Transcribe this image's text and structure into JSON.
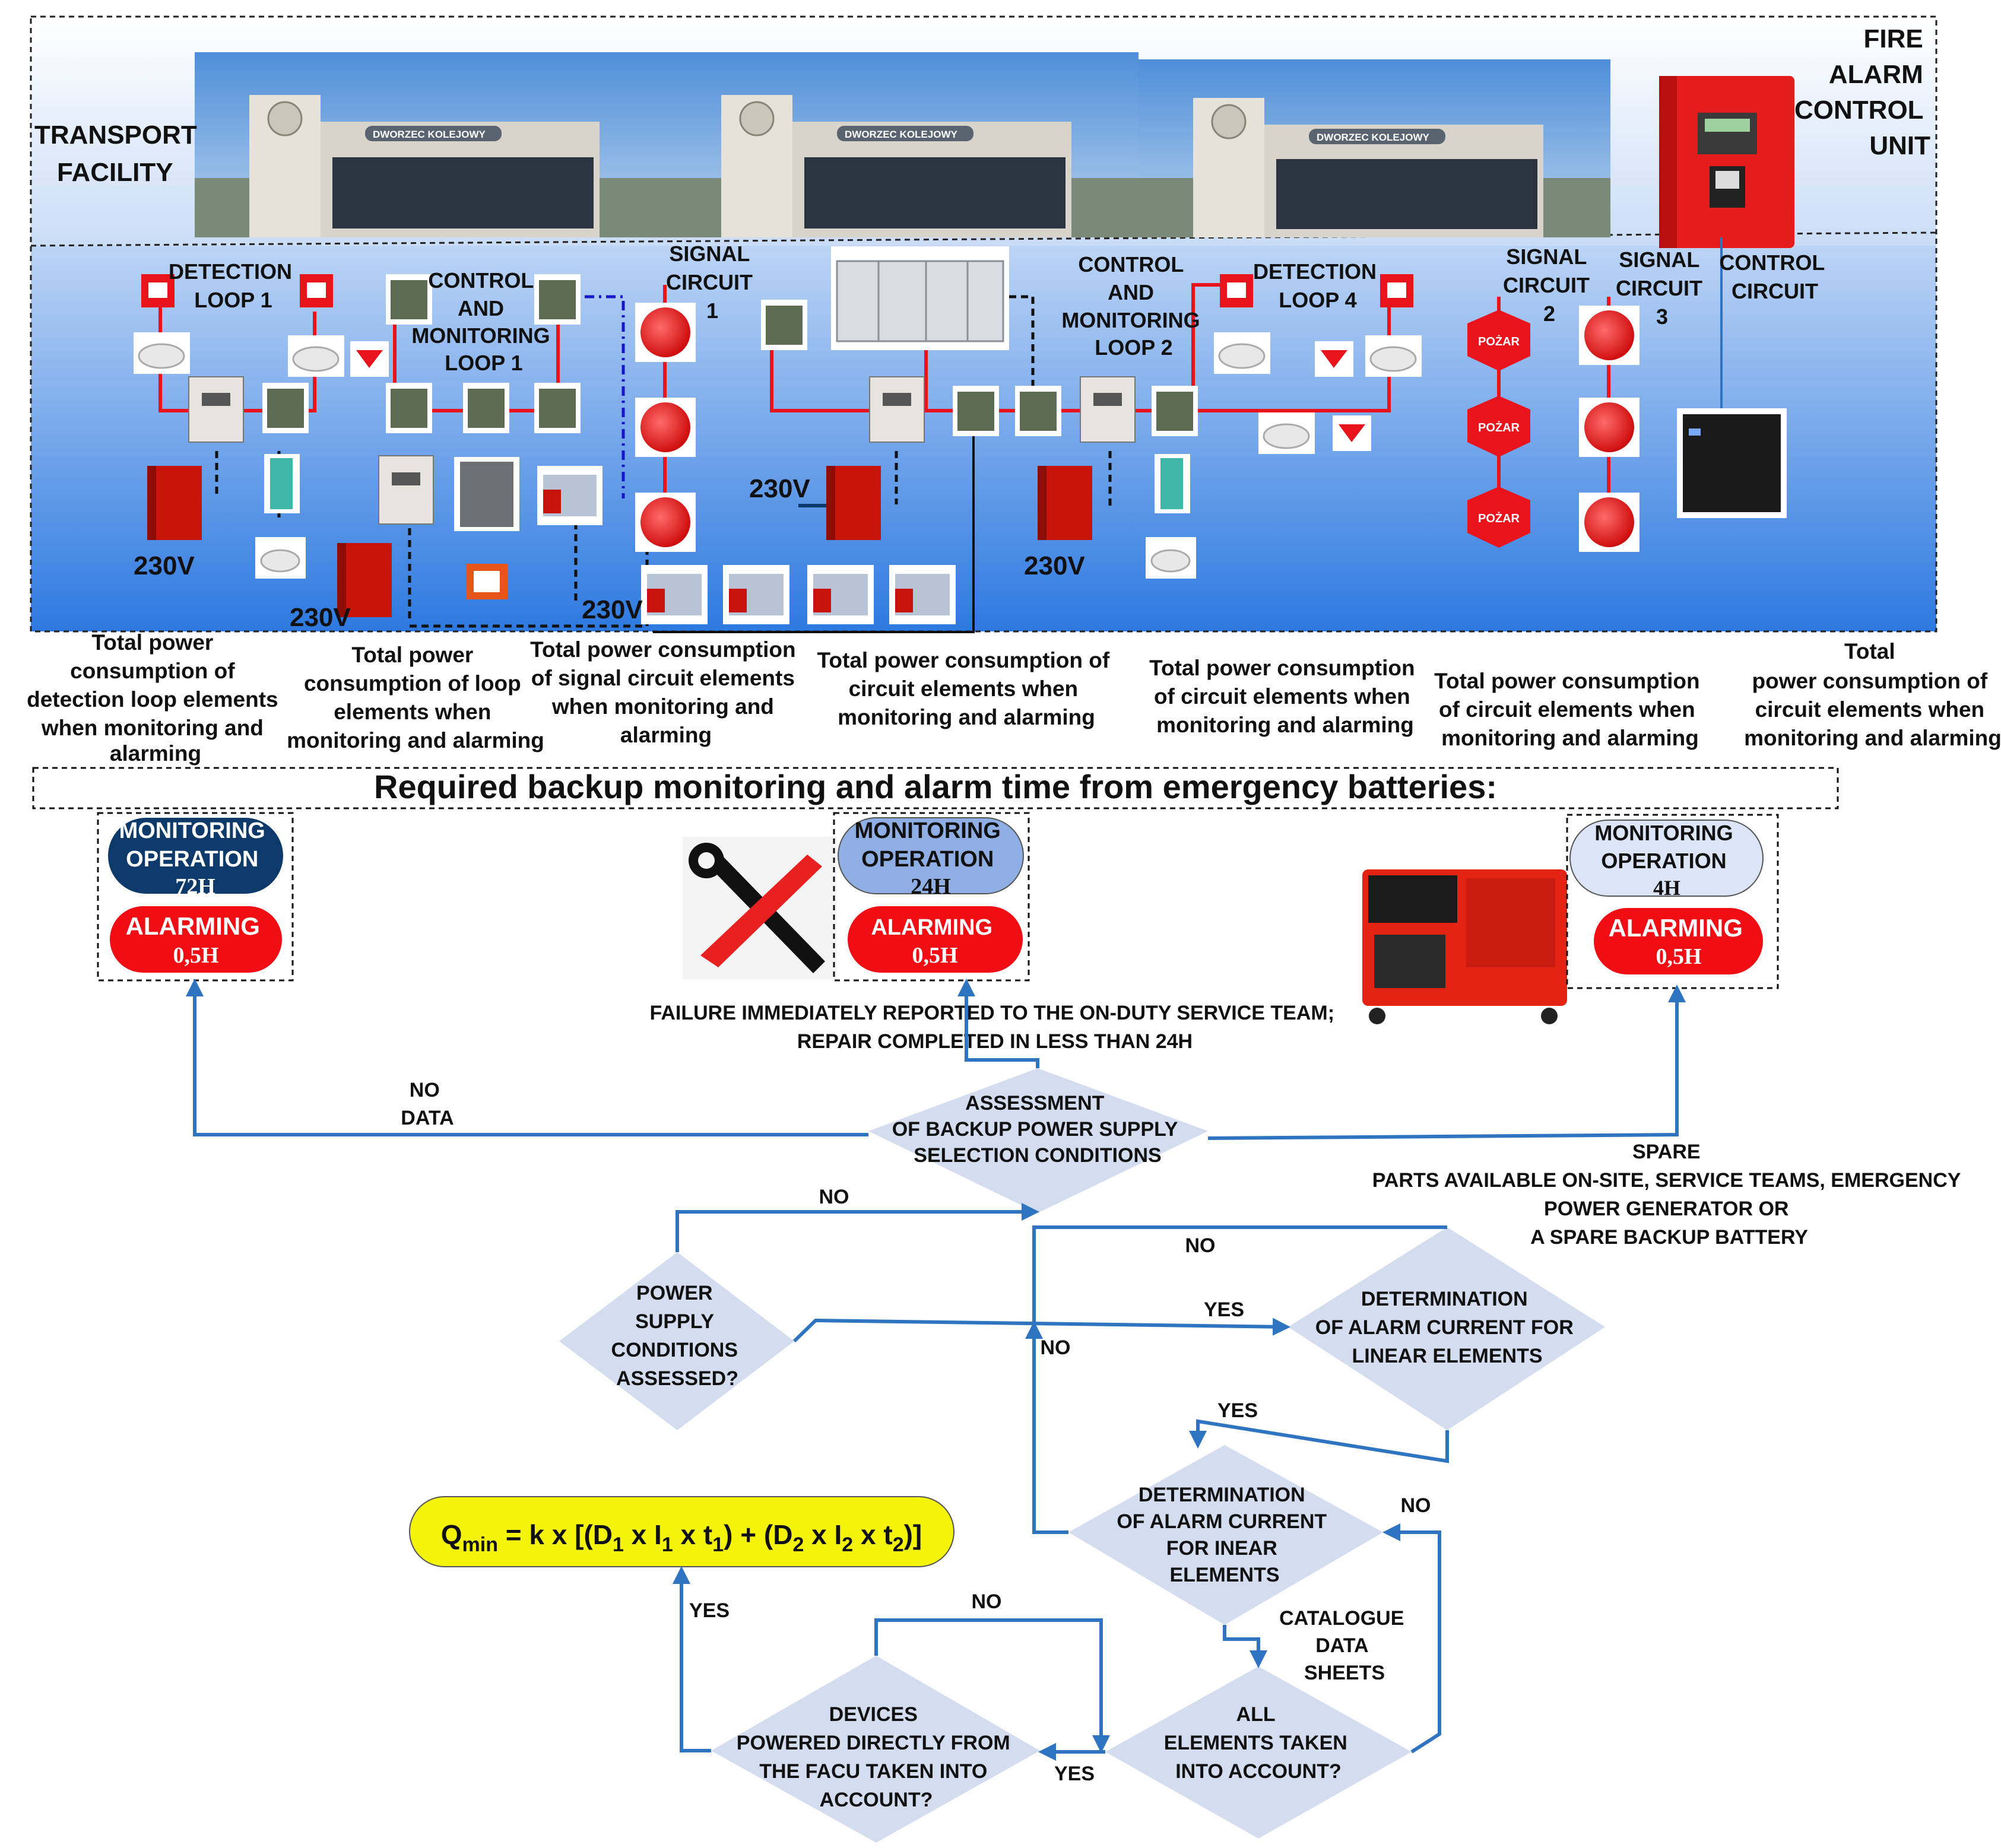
{
  "top": {
    "transport_facility": [
      "TRANSPORT",
      "FACILITY"
    ],
    "fire_alarm_control_unit": [
      "FIRE",
      "ALARM",
      "CONTROL",
      "UNIT"
    ],
    "detection_loop_1": [
      "DETECTION",
      "LOOP 1"
    ],
    "control_monitoring_loop_1": [
      "CONTROL",
      "AND",
      "MONITORING",
      "LOOP 1"
    ],
    "signal_circuit_1": [
      "SIGNAL",
      "CIRCUIT",
      "1"
    ],
    "control_monitoring_loop_2": [
      "CONTROL",
      "AND",
      "MONITORING",
      "LOOP 2"
    ],
    "detection_loop_4": [
      "DETECTION",
      "LOOP 4"
    ],
    "signal_circuit_2": [
      "SIGNAL",
      "CIRCUIT",
      "2"
    ],
    "signal_circuit_3": [
      "SIGNAL",
      "CIRCUIT",
      "3"
    ],
    "control_circuit": [
      "CONTROL",
      "CIRCUIT"
    ],
    "voltage_label": "230V",
    "building_sign": "DWORZEC KOLEJOWY",
    "pozar_label": "POŻAR"
  },
  "power": [
    [
      "Total power",
      "consumption of",
      "detection loop elements",
      "when monitoring and",
      "alarming"
    ],
    [
      "Total",
      "power",
      "consumption of loop",
      "elements when",
      "monitoring and alarming"
    ],
    [
      "Total power consumption",
      "of signal circuit elements",
      "when monitoring and",
      "alarming"
    ],
    [
      "Total power consumption of",
      "circuit elements when",
      "monitoring and alarming"
    ],
    [
      "Total power consumption",
      "of circuit elements when",
      "monitoring and alarming"
    ],
    [
      "Total power consumption",
      "of circuit elements when",
      "monitoring and alarming"
    ],
    [
      "Total",
      "power consumption of",
      "circuit elements when",
      "monitoring and alarming"
    ]
  ],
  "required_title": "Required backup monitoring and alarm time from  emergency batteries:",
  "modes": [
    {
      "monitoring": [
        "MONITORING",
        "OPERATION"
      ],
      "monitoring_time": "72H",
      "alarming": "ALARMING",
      "alarming_time": "0,5H"
    },
    {
      "monitoring": [
        "MONITORING",
        "OPERATION"
      ],
      "monitoring_time": "24H",
      "alarming": "ALARMING",
      "alarming_time": "0,5H"
    },
    {
      "monitoring": [
        "MONITORING",
        "OPERATION"
      ],
      "monitoring_time": "4H",
      "alarming": "ALARMING",
      "alarming_time": "0,5H"
    }
  ],
  "colors": {
    "dark_navy": "#0d3a6b",
    "mid_blue": "#8faee3",
    "light_blue": "#dbe5f7",
    "alarm_red": "#f00d14",
    "flow_blue": "#2e74c0",
    "diamond": "#d3ddef",
    "formula_yellow": "#f4f40a"
  },
  "flow": {
    "failure_note": [
      "FAILURE IMMEDIATELY REPORTED TO THE ON-DUTY SERVICE TEAM;",
      "REPAIR COMPLETED IN LESS THAN 24H"
    ],
    "no_data": [
      "NO",
      "DATA"
    ],
    "assessment": [
      "ASSESSMENT",
      "OF BACKUP POWER SUPPLY",
      "SELECTION CONDITIONS"
    ],
    "spare": [
      "SPARE",
      "PARTS AVAILABLE ON-SITE, SERVICE TEAMS, EMERGENCY",
      "POWER GENERATOR OR",
      "A SPARE BACKUP BATTERY"
    ],
    "power_supply": [
      "POWER",
      "SUPPLY",
      "CONDITIONS",
      "ASSESSED?"
    ],
    "linear": [
      "DETERMINATION",
      "OF ALARM CURRENT FOR",
      "LINEAR ELEMENTS"
    ],
    "inear": [
      "DETERMINATION",
      "OF ALARM CURRENT",
      "FOR INEAR",
      "ELEMENTS"
    ],
    "catalogue": [
      "CATALOGUE",
      "DATA",
      "SHEETS"
    ],
    "all_elements": [
      "ALL",
      "ELEMENTS TAKEN",
      "INTO ACCOUNT?"
    ],
    "devices": [
      "DEVICES",
      "POWERED DIRECTLY FROM",
      "THE FACU TAKEN INTO",
      "ACCOUNT?"
    ],
    "no": "NO",
    "yes": "YES",
    "formula": {
      "q": "Q",
      "min": "min",
      "p1": " = k x [(D",
      "s1": "1",
      "p2": " x I",
      "s2": "1",
      "p3": " x t",
      "s3": "1",
      "p4": ") + (D",
      "s4": "2",
      "p5": " x I",
      "s5": "2",
      "p6": " x t",
      "s6": "2",
      "p7": ")]"
    }
  }
}
